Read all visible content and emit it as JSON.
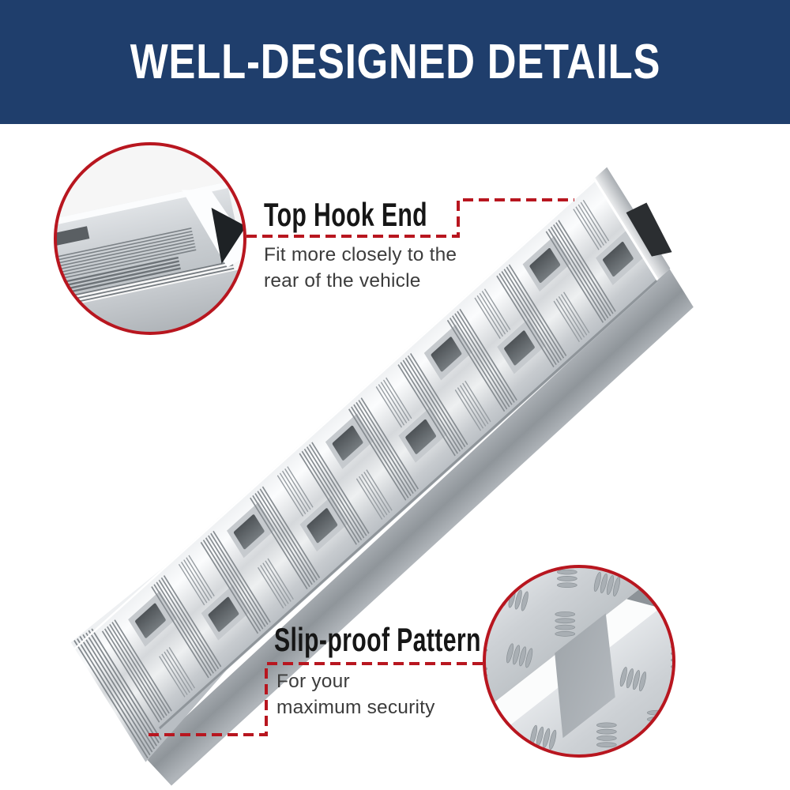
{
  "header": {
    "title": "WELL-DESIGNED DETAILS",
    "bg_color": "#1f3e6c",
    "text_color": "#ffffff"
  },
  "callouts": [
    {
      "id": "top-hook-end",
      "title": "Top Hook End",
      "description": "Fit more closely to the rear of the vehicle",
      "lines": [
        "Fit more closely to the",
        "rear of the vehicle"
      ]
    },
    {
      "id": "slip-proof-pattern",
      "title": "Slip-proof Pattern",
      "description": "For your maximum security",
      "lines": [
        "For your",
        "maximum security"
      ]
    }
  ],
  "colors": {
    "accent_red": "#b8161f",
    "banner_blue": "#1f3e6c",
    "detail_circle_fill": "#f6f6f6",
    "metal_light": "#f2f3f5",
    "metal_mid": "#c9cdd1",
    "metal_dark": "#8a9095",
    "slot_hole": "#5a5f63"
  }
}
